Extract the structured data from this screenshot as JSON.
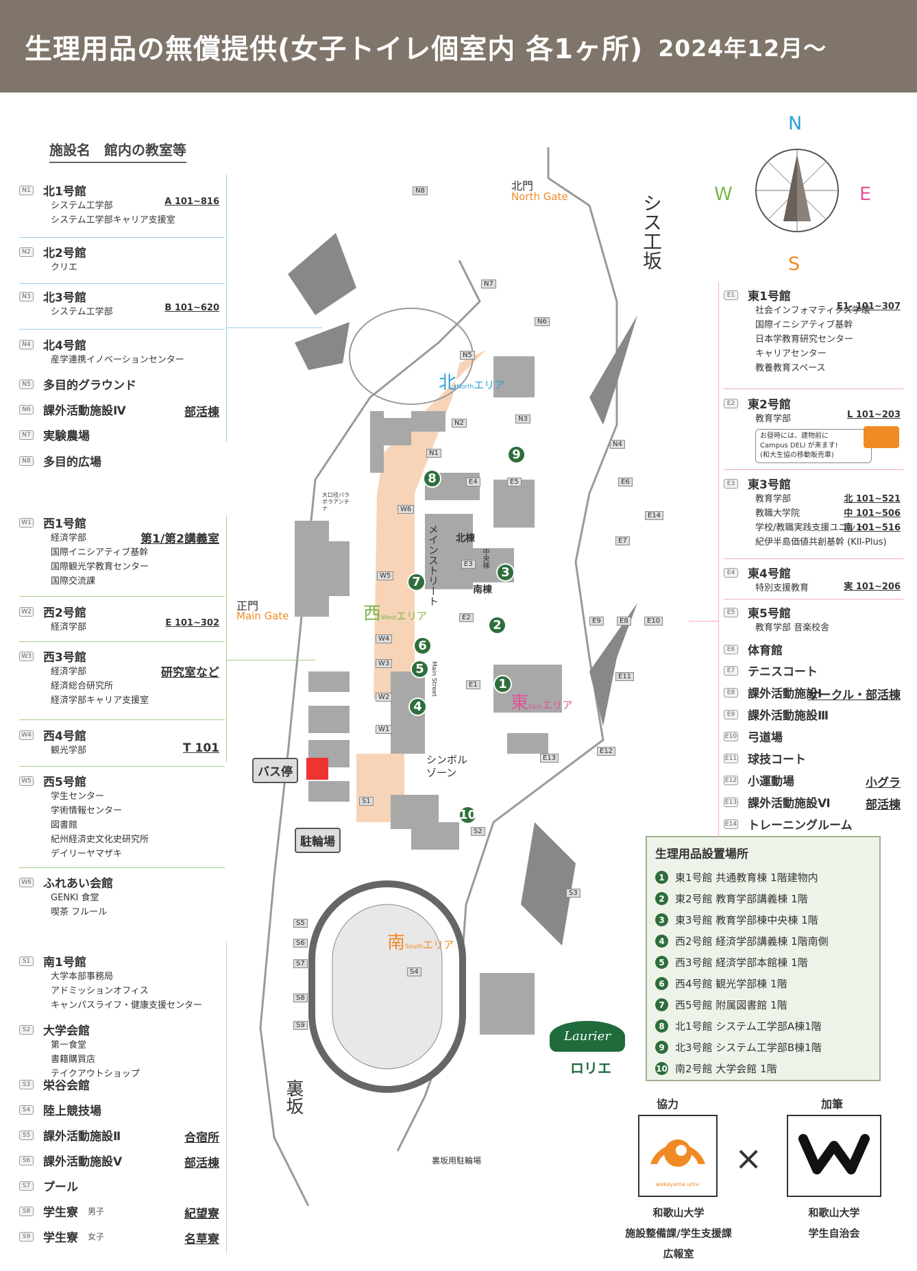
{
  "header": {
    "title": "生理用品の無償提供(女子トイレ個室内 各1ヶ所)",
    "date": "2024年12月〜"
  },
  "left_title": "施設名　館内の教室等",
  "north": [
    {
      "code": "N1",
      "name": "北1号館",
      "subs": [
        "システム工学部",
        "システム工学部キャリア支援室"
      ],
      "rooms": "A 101~816"
    },
    {
      "code": "N2",
      "name": "北2号館",
      "subs": [
        "クリエ"
      ],
      "rooms": ""
    },
    {
      "code": "N3",
      "name": "北3号館",
      "subs": [
        "システム工学部"
      ],
      "rooms": "B 101~620"
    },
    {
      "code": "N4",
      "name": "北4号館",
      "subs": [
        "産学連携イノベーションセンター"
      ],
      "rooms": ""
    },
    {
      "code": "N5",
      "name": "多目的グラウンド",
      "subs": [],
      "rooms": ""
    },
    {
      "code": "N6",
      "name": "課外活動施設Ⅳ",
      "subs": [],
      "rooms": "部活棟"
    },
    {
      "code": "N7",
      "name": "実験農場",
      "subs": [],
      "rooms": ""
    },
    {
      "code": "N8",
      "name": "多目的広場",
      "subs": [],
      "rooms": ""
    }
  ],
  "west": [
    {
      "code": "W1",
      "name": "西1号館",
      "subs": [
        "経済学部",
        "国際イニシアティブ基幹",
        "国際観光学教育センター",
        "国際交流課"
      ],
      "rooms": "第1/第2講義室"
    },
    {
      "code": "W2",
      "name": "西2号館",
      "subs": [
        "経済学部"
      ],
      "rooms": "E 101~302"
    },
    {
      "code": "W3",
      "name": "西3号館",
      "subs": [
        "経済学部",
        "経済総合研究所",
        "経済学部キャリア支援室"
      ],
      "rooms": "研究室など"
    },
    {
      "code": "W4",
      "name": "西4号館",
      "subs": [
        "観光学部"
      ],
      "rooms": "T 101"
    },
    {
      "code": "W5",
      "name": "西5号館",
      "subs": [
        "学生センター",
        "学術情報センター",
        "図書館",
        "紀州経済史文化史研究所",
        "デイリーヤマザキ"
      ],
      "rooms": ""
    },
    {
      "code": "W6",
      "name": "ふれあい会館",
      "subs": [
        "GENKI 食堂",
        "喫茶 フルール"
      ],
      "rooms": ""
    }
  ],
  "south": [
    {
      "code": "S1",
      "name": "南1号館",
      "subs": [
        "大学本部事務局",
        "アドミッションオフィス",
        "キャンパスライフ・健康支援センター"
      ],
      "rooms": ""
    },
    {
      "code": "S2",
      "name": "大学会館",
      "subs": [
        "第一食堂",
        "書籍購買店",
        "テイクアウトショップ"
      ],
      "rooms": ""
    },
    {
      "code": "S3",
      "name": "栄谷会館",
      "subs": [],
      "rooms": ""
    },
    {
      "code": "S4",
      "name": "陸上競技場",
      "subs": [],
      "rooms": ""
    },
    {
      "code": "S5",
      "name": "課外活動施設Ⅱ",
      "subs": [],
      "rooms": "合宿所"
    },
    {
      "code": "S6",
      "name": "課外活動施設Ⅴ",
      "subs": [],
      "rooms": "部活棟"
    },
    {
      "code": "S7",
      "name": "プール",
      "subs": [],
      "rooms": ""
    },
    {
      "code": "S8",
      "name": "学生寮",
      "note": "男子",
      "subs": [],
      "rooms": "紀望寮"
    },
    {
      "code": "S9",
      "name": "学生寮",
      "note": "女子",
      "subs": [],
      "rooms": "名草寮"
    }
  ],
  "east": [
    {
      "code": "E1",
      "name": "東1号館",
      "subs": [
        "社会インフォマティクス学環",
        "国際イニシアティブ基幹",
        "日本学教育研究センター",
        "キャリアセンター",
        "教養教育スペース"
      ],
      "rooms": "E1- 101~307"
    },
    {
      "code": "E2",
      "name": "東2号館",
      "subs": [
        "教育学部"
      ],
      "rooms": "L 101~203",
      "deli": [
        "お昼時には、建物前に",
        "Campus DELI が来ます!",
        "(和大生協の移動販売車)"
      ]
    },
    {
      "code": "E3",
      "name": "東3号館",
      "subs": [
        "教育学部",
        "教職大学院",
        "学校/教職実践支援ユニット",
        "紀伊半島価値共創基幹 (KII-Plus)"
      ],
      "rooms_list": [
        "北 101~521",
        "中 101~506",
        "南 101~516"
      ]
    },
    {
      "code": "E4",
      "name": "東4号館",
      "subs": [
        "特別支援教育"
      ],
      "rooms": "実 101~206"
    },
    {
      "code": "E5",
      "name": "東5号館",
      "subs": [
        "教育学部 音楽校舎"
      ],
      "rooms": ""
    },
    {
      "code": "E6",
      "name": "体育館",
      "subs": [],
      "rooms": ""
    },
    {
      "code": "E7",
      "name": "テニスコート",
      "subs": [],
      "rooms": ""
    },
    {
      "code": "E8",
      "name": "課外活動施設Ⅰ",
      "subs": [],
      "rooms": "サークル・部活棟"
    },
    {
      "code": "E9",
      "name": "課外活動施設Ⅲ",
      "subs": [],
      "rooms": ""
    },
    {
      "code": "E10",
      "name": "弓道場",
      "subs": [],
      "rooms": ""
    },
    {
      "code": "E11",
      "name": "球技コート",
      "subs": [],
      "rooms": ""
    },
    {
      "code": "E12",
      "name": "小運動場",
      "subs": [],
      "rooms": "小グラ"
    },
    {
      "code": "E13",
      "name": "課外活動施設Ⅵ",
      "subs": [],
      "rooms": "部活棟"
    },
    {
      "code": "E14",
      "name": "トレーニングルーム",
      "subs": [],
      "rooms": ""
    }
  ],
  "compass": {
    "n": "N",
    "s": "S",
    "e": "E",
    "w": "W"
  },
  "map": {
    "north_gate": "北門",
    "north_gate_en": "North Gate",
    "main_gate": "正門",
    "main_gate_en": "Main Gate",
    "sys_slope": "シス工坂",
    "back_slope": "裏坂",
    "bus_stop": "バス停",
    "bike_parking": "駐輪場",
    "back_parking": "裏坂用駐輪場",
    "north_area": "北",
    "north_area_en": "North",
    "north_area_sub": "エリア",
    "west_area": "西",
    "west_area_en": "West",
    "west_area_sub": "エリア",
    "east_area": "東",
    "east_area_en": "East",
    "east_area_sub": "エリア",
    "south_area": "南",
    "south_area_en": "South",
    "south_area_sub": "エリア",
    "main_street": "メインストリート",
    "main_street_en": "Main Street",
    "symbol_zone": "シンボルゾーン",
    "north_wing": "北棟",
    "south_wing": "南棟",
    "center_wing": "中央棟",
    "parabola": "大口径パラボラアンテナ"
  },
  "legend": {
    "title": "生理用品設置場所",
    "items": [
      "東1号館 共通教育棟 1階建物内",
      "東2号館 教育学部講義棟 1階",
      "東3号館 教育学部棟中央棟 1階",
      "西2号館 経済学部講義棟 1階南側",
      "西3号館 経済学部本館棟 1階",
      "西4号館 観光学部棟 1階",
      "西5号館 附属図書館 1階",
      "北1号館 システム工学部A棟1階",
      "北3号館 システム工学部B棟1階",
      "南2号館 大学会館 1階"
    ]
  },
  "cooperation": {
    "label": "協力",
    "label2": "加筆",
    "laurier": "Laurier",
    "laurier_jp": "ロリエ",
    "wakayama_logo_text": "wakayama univ.",
    "org1": [
      "和歌山大学",
      "施設整備課/学生支援課",
      "広報室"
    ],
    "org2": [
      "和歌山大学",
      "学生自治会"
    ]
  },
  "colors": {
    "header": "#80756a",
    "pin": "#2f6e3c",
    "north": "#2b9fd8",
    "west": "#7ab648",
    "east": "#e05597",
    "south": "#f08a24",
    "street": "#f5c9a6"
  }
}
